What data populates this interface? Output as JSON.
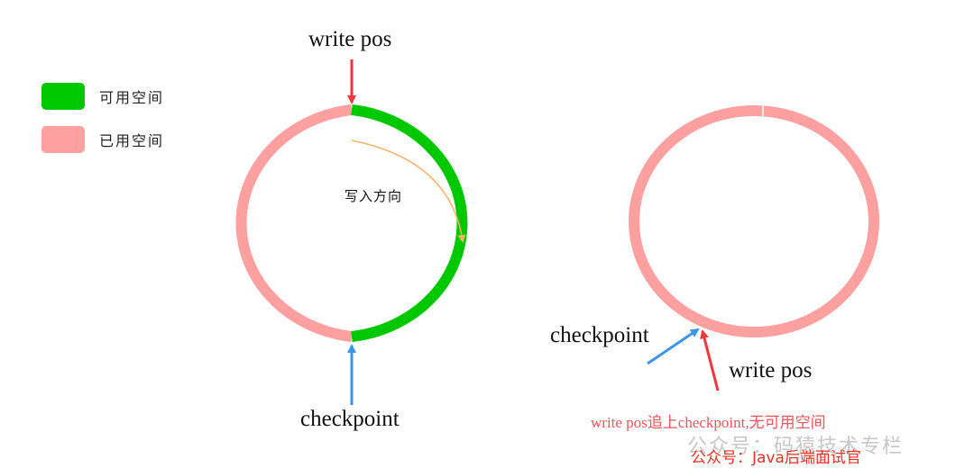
{
  "colors": {
    "available": "#00c800",
    "used": "#fea0a0",
    "write_pos_arrow": "#f0363a",
    "checkpoint_arrow": "#3b96e8",
    "direction_arrow": "#f8b266"
  },
  "legend": [
    {
      "label": "可用空间",
      "color": "#00c800"
    },
    {
      "label": "已用空间",
      "color": "#fea0a0"
    }
  ],
  "left_diagram": {
    "write_pos_label": "write pos",
    "checkpoint_label": "checkpoint",
    "direction_label": "写入方向"
  },
  "right_diagram": {
    "checkpoint_label": "checkpoint",
    "write_pos_label": "write pos",
    "caption": "write pos追上checkpoint,无可用空间"
  },
  "watermark": {
    "text": "公众号：码猿技术专栏",
    "overlay": "公众号：Java后端面试官"
  }
}
